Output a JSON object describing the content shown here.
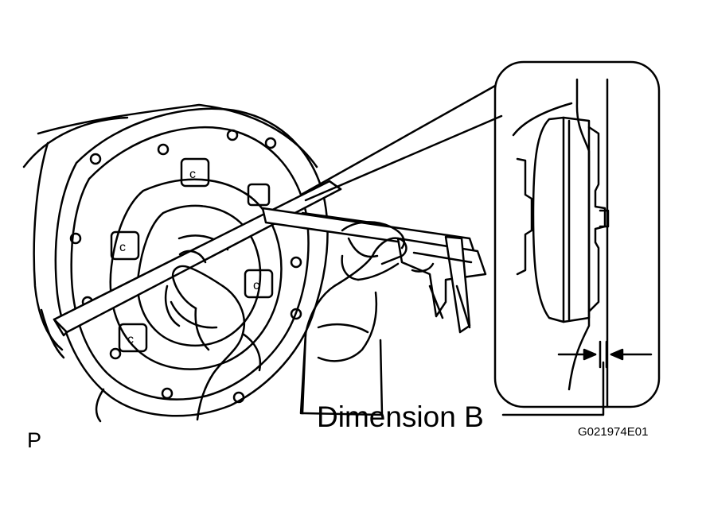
{
  "figure": {
    "dimension_label": "Dimension B",
    "figure_code": "G021974E01",
    "view_letter": "P"
  },
  "colors": {
    "line": "#000000",
    "background": "#ffffff"
  }
}
